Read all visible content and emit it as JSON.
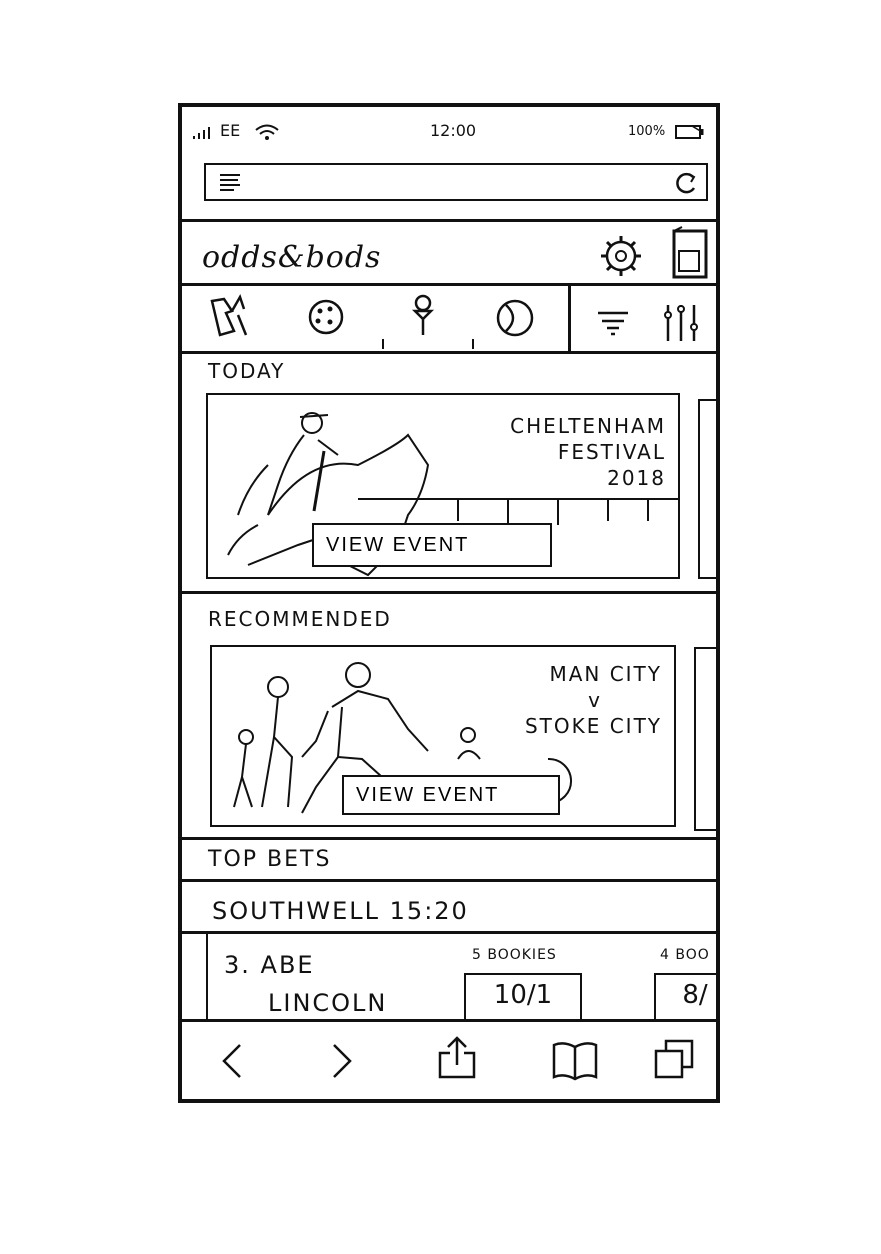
{
  "status": {
    "carrier": "EE",
    "time": "12:00",
    "battery": "100%"
  },
  "browser": {
    "url": "",
    "menu_icon": "menu-icon",
    "reload_icon": "reload-icon"
  },
  "app": {
    "logo": "odds&bods",
    "settings_icon": "gear-icon",
    "betslip_icon": "betslip-icon"
  },
  "sports_tabs": [
    "horse-racing-icon",
    "football-icon",
    "golf-icon",
    "tennis-icon"
  ],
  "filters": [
    "filter-icon",
    "settings-sliders-icon"
  ],
  "today": {
    "label": "TODAY",
    "card": {
      "title_line1": "CHELTENHAM",
      "title_line2": "FESTIVAL",
      "title_line3": "2018",
      "button": "VIEW EVENT"
    }
  },
  "recommended": {
    "label": "RECOMMENDED",
    "card": {
      "title_line1": "MAN CITY",
      "title_line2": "v",
      "title_line3": "STOKE CITY",
      "button": "VIEW EVENT"
    }
  },
  "top_bets": {
    "label": "TOP BETS",
    "race": "SOUTHWELL 15:20",
    "runner_line1": "3. ABE",
    "runner_line2": "LINCOLN",
    "offers": [
      {
        "bookmakers": "5 BOOKIES",
        "odds": "10/1"
      },
      {
        "bookmakers": "4 BOO",
        "odds": "8/"
      }
    ]
  },
  "toolbar": [
    "back-icon",
    "forward-icon",
    "share-icon",
    "bookmarks-icon",
    "tabs-icon"
  ]
}
